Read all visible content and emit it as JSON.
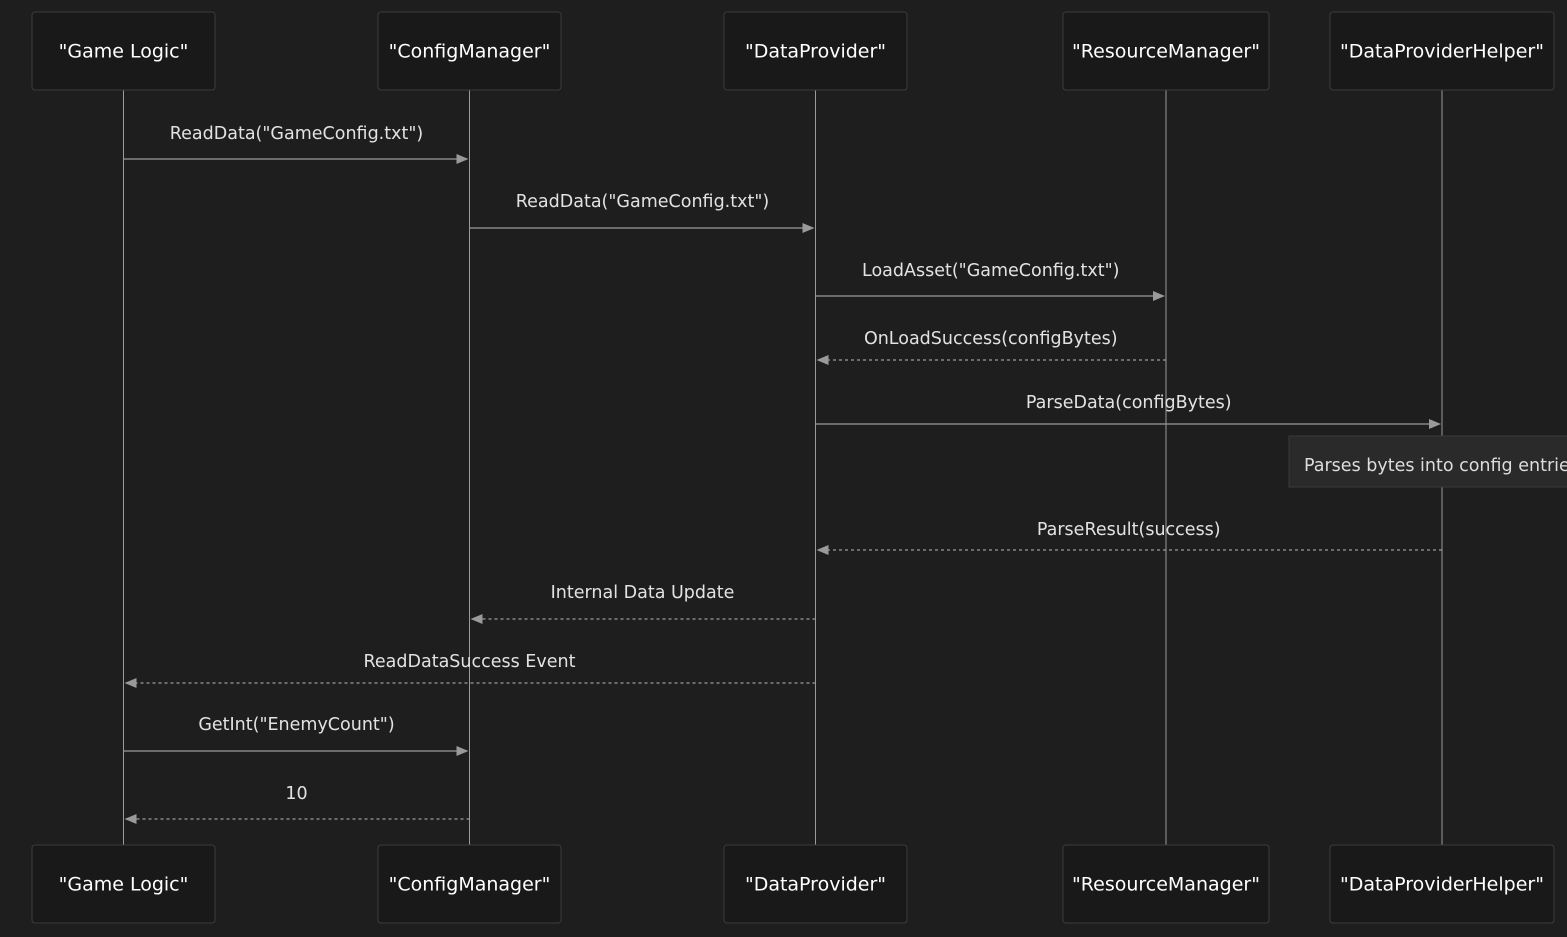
{
  "participants": [
    {
      "id": "game-logic",
      "label": "\"Game Logic\""
    },
    {
      "id": "config-manager",
      "label": "\"ConfigManager\""
    },
    {
      "id": "data-provider",
      "label": "\"DataProvider\""
    },
    {
      "id": "resource-manager",
      "label": "\"ResourceManager\""
    },
    {
      "id": "data-provider-helper",
      "label": "\"DataProviderHelper\""
    }
  ],
  "messages": [
    {
      "from": 0,
      "to": 1,
      "label": "ReadData(\"GameConfig.txt\")",
      "kind": "solid"
    },
    {
      "from": 1,
      "to": 2,
      "label": "ReadData(\"GameConfig.txt\")",
      "kind": "solid"
    },
    {
      "from": 2,
      "to": 3,
      "label": "LoadAsset(\"GameConfig.txt\")",
      "kind": "solid"
    },
    {
      "from": 3,
      "to": 2,
      "label": "OnLoadSuccess(configBytes)",
      "kind": "dashed"
    },
    {
      "from": 2,
      "to": 4,
      "label": "ParseData(configBytes)",
      "kind": "solid"
    },
    {
      "from": 4,
      "to": 2,
      "label": "ParseResult(success)",
      "kind": "dashed"
    },
    {
      "from": 2,
      "to": 1,
      "label": "Internal Data Update",
      "kind": "dashed"
    },
    {
      "from": 2,
      "to": 0,
      "label": "ReadDataSuccess Event",
      "kind": "dashed"
    },
    {
      "from": 0,
      "to": 1,
      "label": "GetInt(\"EnemyCount\")",
      "kind": "solid"
    },
    {
      "from": 1,
      "to": 0,
      "label": "10",
      "kind": "dashed"
    }
  ],
  "note": {
    "over": 4,
    "label": "Parses bytes into config entries"
  }
}
